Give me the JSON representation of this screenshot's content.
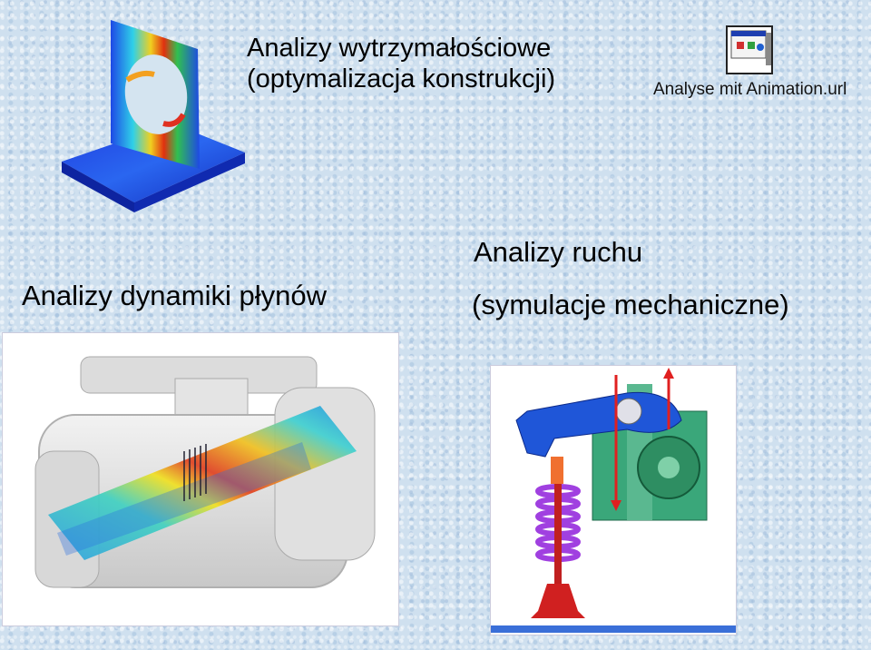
{
  "slide": {
    "heading_strength_line1": "Analizy wytrzymałościowe",
    "heading_strength_line2": "(optymalizacja konstrukcji)",
    "url_label": "Analyse mit Animation.url",
    "heading_fluid": "Analizy dynamiki płynów",
    "heading_motion": "Analizy ruchu",
    "heading_motion_sub": "(symulacje mechaniczne)"
  },
  "icons": {
    "url_shortcut": "internet-shortcut-icon"
  },
  "colors": {
    "background": "#cfe0ef",
    "stress_low": "#1a3fd6",
    "stress_high": "#e02010",
    "mechanism_arm": "#1f56d8",
    "mechanism_spring": "#a040e0",
    "mechanism_body": "#2f9a6a"
  }
}
